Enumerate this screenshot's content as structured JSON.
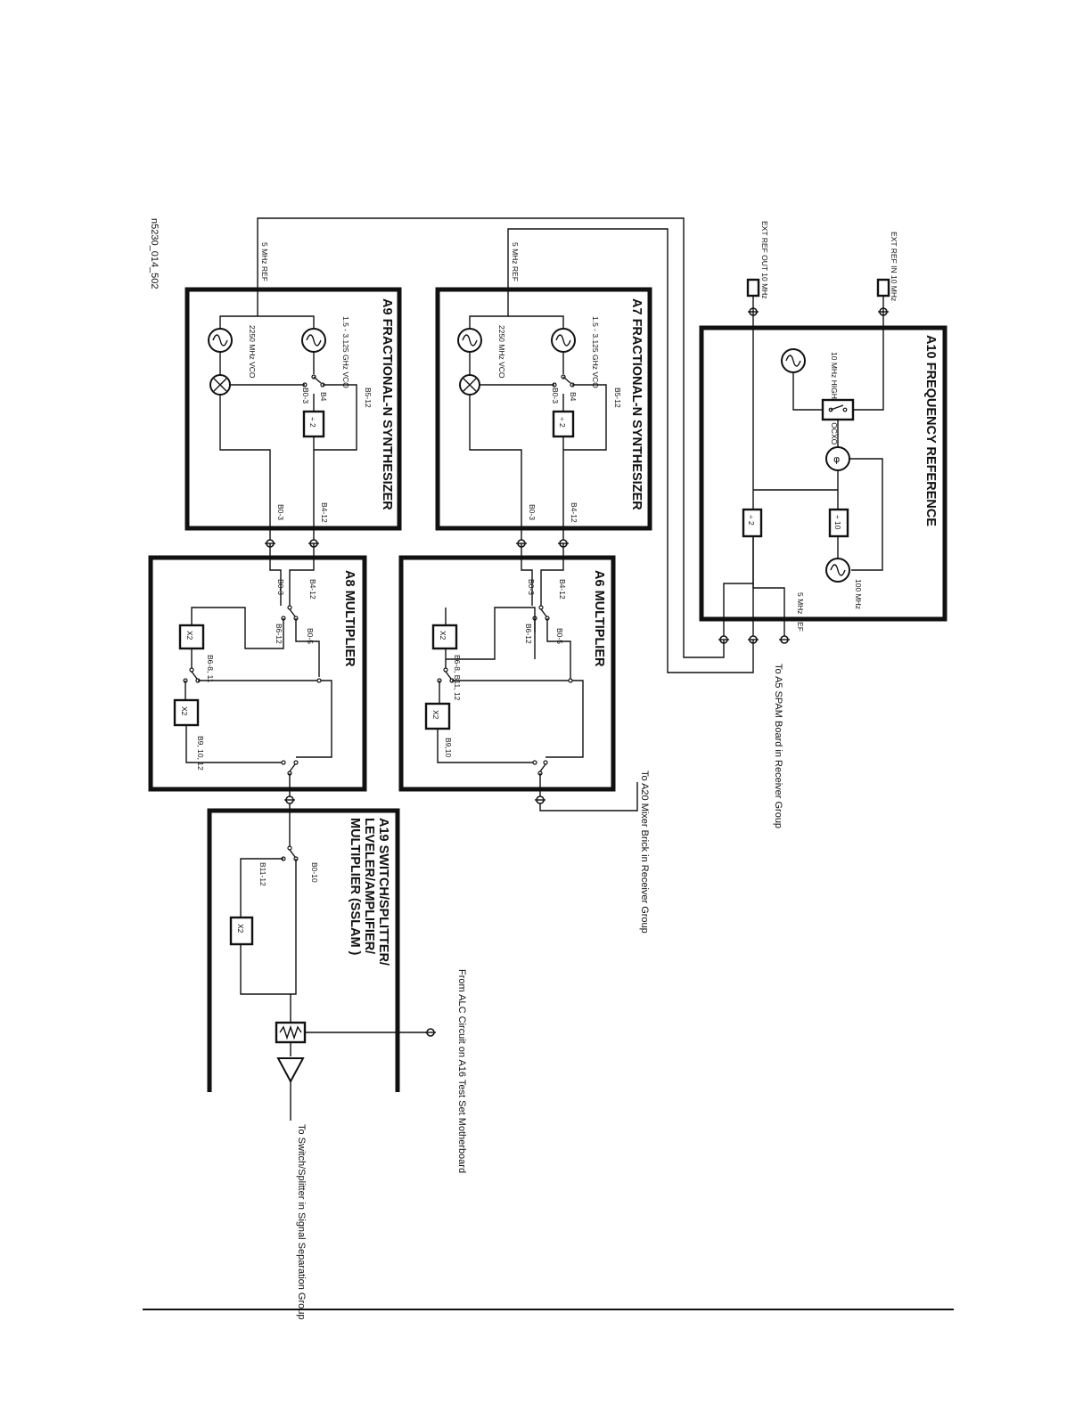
{
  "figure_id": "n5230_014_502",
  "blocks": {
    "a10": {
      "title": "A10 FREQUENCY REFERENCE",
      "ocxo": "10 MHz HIGH STAB OCXO",
      "div2": "÷ 2",
      "div10": "÷ 10",
      "vco100": "100 MHz",
      "ref5": "5 MHz REF",
      "ext_in": "EXT REF IN 10 MHz",
      "ext_out": "EXT REF OUT 10 MHz",
      "to_a5": "To A5 SPAM Board in Receiver Group"
    },
    "a7": {
      "title": "A7 FRACTIONAL-N SYNTHESIZER",
      "ref": "5 MHz REF",
      "vco": "1.5 - 3.125 GHz VCO",
      "vco2": "2250 MHz VCO",
      "div": "÷ 2",
      "b512": "B5-12",
      "b4": "B4",
      "b03": "B0-3",
      "out03": "B0-3",
      "out412": "B4-12"
    },
    "a9": {
      "title": "A9 FRACTIONAL-N SYNTHESIZER",
      "ref": "5 MHz REF",
      "vco": "1.5 - 3.125 GHz VCO",
      "vco2": "2250 MHz VCO",
      "div": "÷ 2",
      "b512": "B5-12",
      "b4": "B4",
      "b03": "B0-3",
      "out03": "B0-3",
      "out412": "B4-12"
    },
    "a6": {
      "title": "A6 MULTIPLIER",
      "b03": "B0-3",
      "b412": "B4-12",
      "b05": "B0-5",
      "b612": "B6-12",
      "b68": "B6-8, B11, 12",
      "b910": "B9,10",
      "x2a": "X2",
      "x2b": "X2",
      "to_a20": "To A20 Mixer Brick in Receiver Group"
    },
    "a8": {
      "title": "A8 MULTIPLIER",
      "b03": "B0-3",
      "b412": "B4-12",
      "b05": "B0-5",
      "b612": "B6-12",
      "b68": "B6-8, 11",
      "b91012": "B9, 10, 12",
      "x2a": "X2",
      "x2b": "X2"
    },
    "a19": {
      "title1": "A19 SWITCH/SPLITTER/",
      "title2": "LEVELER/AMPLIFIER/",
      "title3": "MULTIPLIER (SSLAM )",
      "b010": "B0-10",
      "b1112": "B11-12",
      "x2": "X2",
      "alc": "From ALC Circuit on A16 Test Set Motherboard",
      "to_switch": "To Switch/Splitter in Signal Separation Group"
    }
  }
}
